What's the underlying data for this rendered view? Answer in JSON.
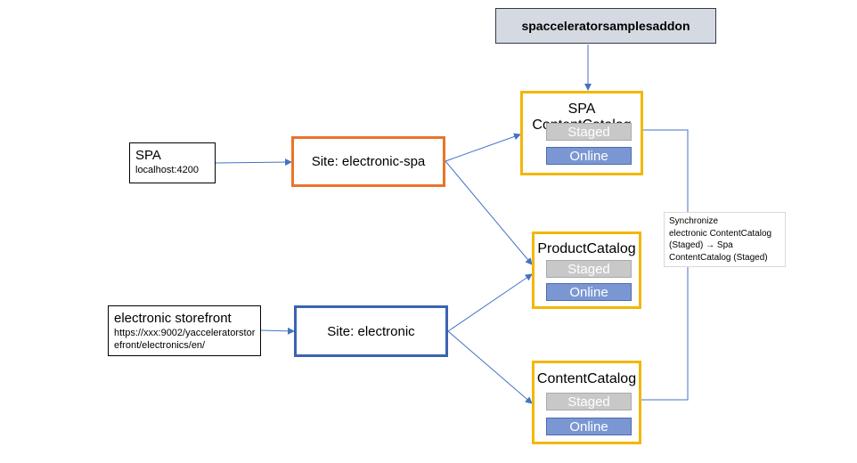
{
  "addon": {
    "label": "spacceleratorsamplesaddon"
  },
  "catalogs": {
    "spa_content": {
      "title": "SPA ContentCatalog",
      "staged": "Staged",
      "online": "Online"
    },
    "product": {
      "title": "ProductCatalog",
      "staged": "Staged",
      "online": "Online"
    },
    "content": {
      "title": "ContentCatalog",
      "staged": "Staged",
      "online": "Online"
    }
  },
  "sites": {
    "spa": {
      "label": "Site: electronic-spa"
    },
    "electronic": {
      "label": "Site: electronic"
    }
  },
  "sources": {
    "spa": {
      "name": "SPA",
      "url": "localhost:4200"
    },
    "storefront": {
      "name": "electronic storefront",
      "url_line1": "https://xxx:9002/yacceleratorstor",
      "url_line2": "efront/electronics/en/"
    }
  },
  "sync_note": {
    "line1": "Synchronize",
    "line2": "electronic ContentCatalog",
    "line3": "(Staged) → Spa",
    "line4": "ContentCatalog (Staged)"
  },
  "colors": {
    "catalog_border": "#f2b705",
    "site_spa_border": "#e8742a",
    "site_electronic_border": "#3b64b0",
    "arrow": "#4472c4",
    "staged_fill": "#c8c8c8",
    "online_fill": "#7b97d3",
    "addon_fill": "#d5dae2"
  }
}
